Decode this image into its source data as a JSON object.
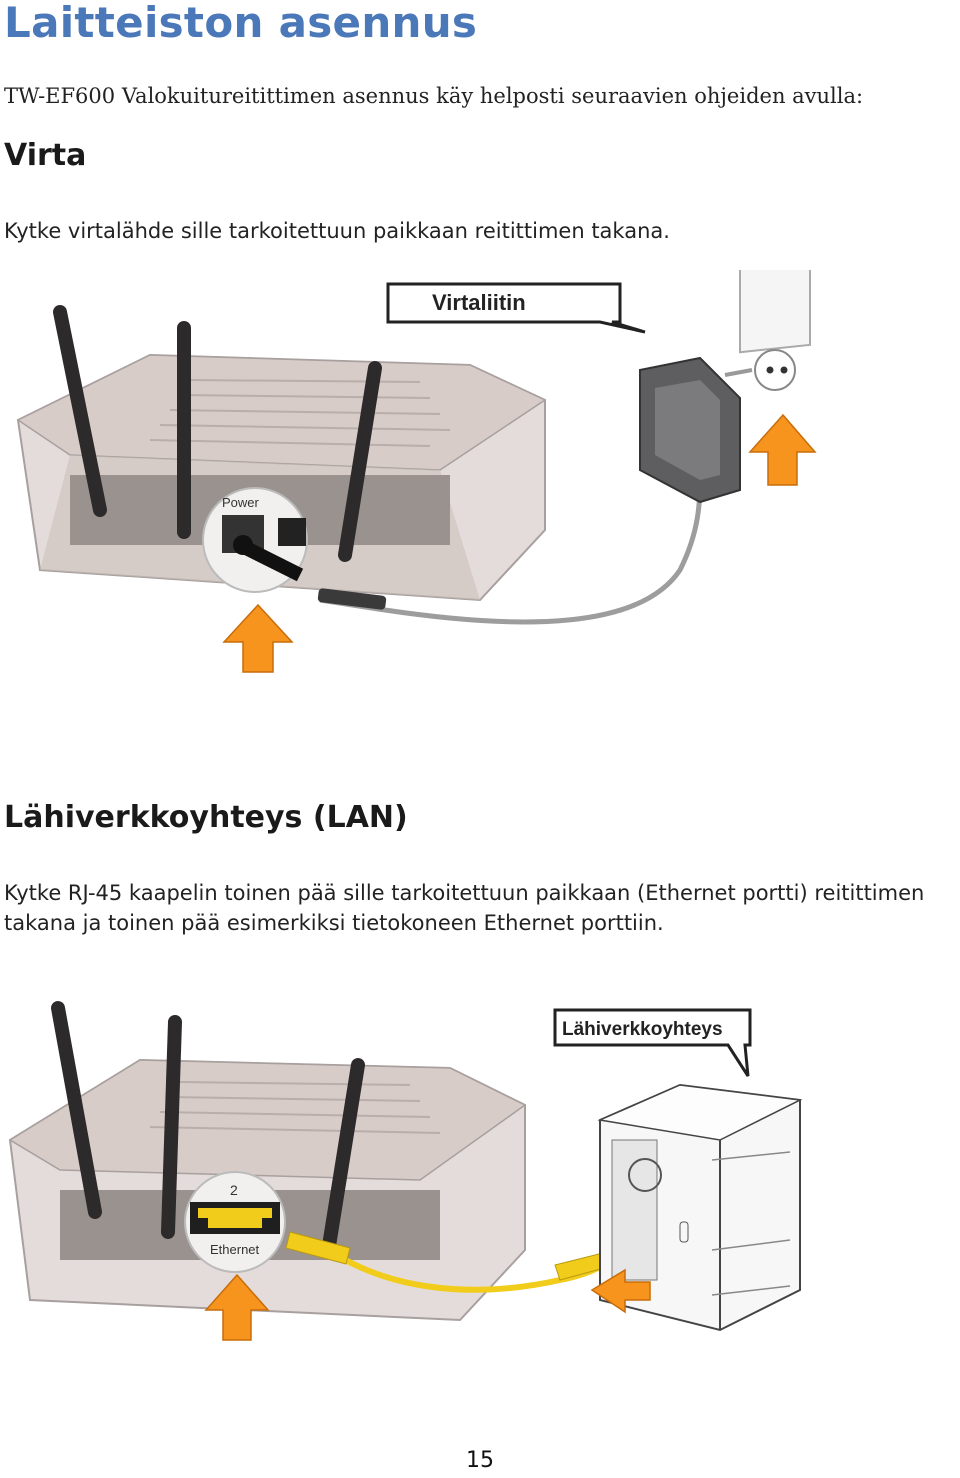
{
  "page": {
    "title": "Laitteiston asennus",
    "intro": "TW-EF600 Valokuitureitittimen asennus käy helposti seuraavien ohjeiden avulla:",
    "page_number": "15"
  },
  "power_section": {
    "heading": "Virta",
    "text": "Kytke virtalähde sille tarkoitettuun paikkaan reitittimen takana.",
    "illustration": {
      "callout": "Virtaliitin",
      "port_label": "Power"
    }
  },
  "lan_section": {
    "heading": "Lähiverkkoyhteys (LAN)",
    "text_line1": "Kytke RJ-45 kaapelin toinen pää sille tarkoitettuun paikkaan (Ethernet portti) reitittimen",
    "text_line2": "takana ja toinen pää esimerkiksi tietokoneen Ethernet porttiin.",
    "illustration": {
      "callout": "Lähiverkkoyhteys",
      "port_number": "2",
      "port_label": "Ethernet"
    }
  },
  "colors": {
    "title_blue": "#4a78b8",
    "arrow_orange": "#f7941d",
    "cable_yellow": "#f2cc1a",
    "router_body": "#d8ccc9"
  }
}
